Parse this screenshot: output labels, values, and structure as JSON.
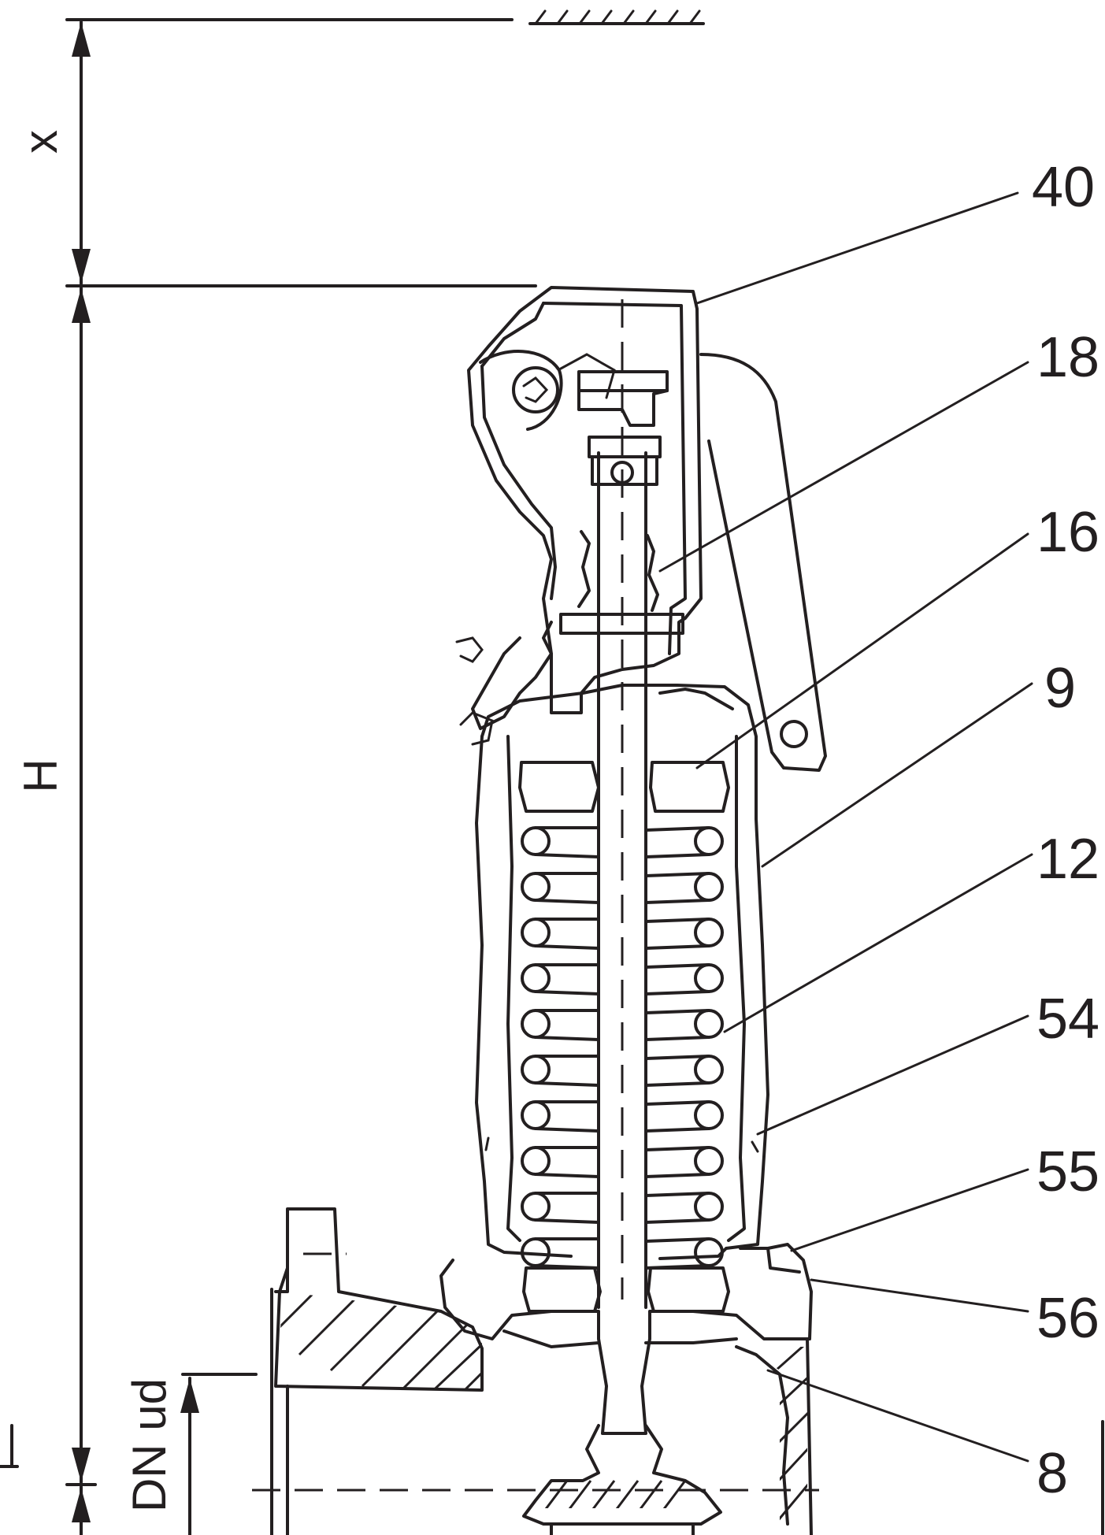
{
  "dimensions": {
    "x_label": "x",
    "h_label": "H",
    "dn_label": "DN ud"
  },
  "callouts": [
    "40",
    "18",
    "16",
    "9",
    "12",
    "54",
    "55",
    "56",
    "8"
  ],
  "colors": {
    "ink": "#231f20",
    "background": "#ffffff"
  }
}
